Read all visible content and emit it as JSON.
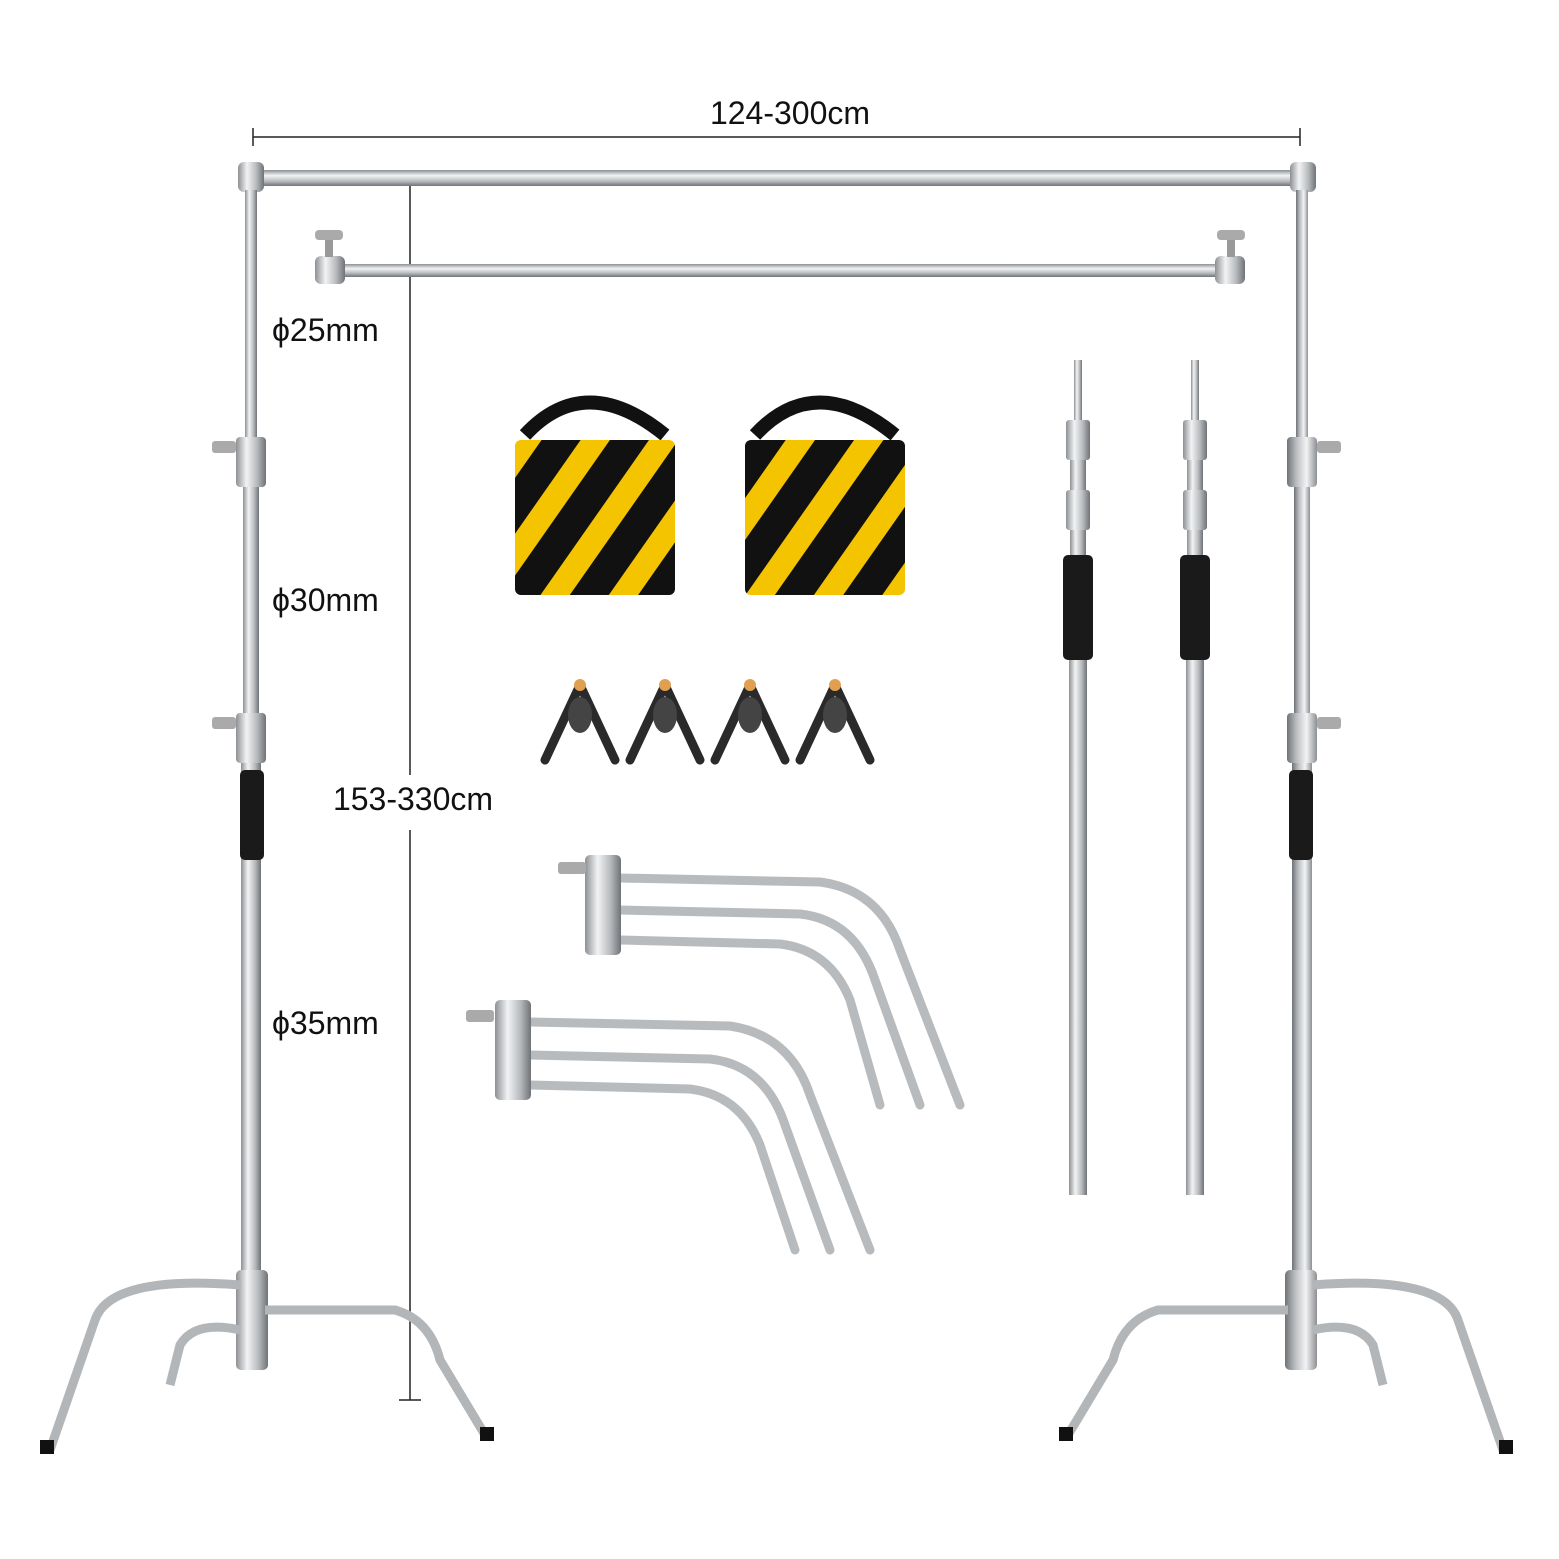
{
  "dimensions": {
    "width_label": "124-300cm",
    "height_label": "153-330cm",
    "diameter_top": "ϕ25mm",
    "diameter_middle": "ϕ30mm",
    "diameter_bottom": "ϕ35mm"
  },
  "colors": {
    "metal": "#c9ccce",
    "metal_dark": "#8a8d90",
    "grip": "#1a1a1a",
    "stripe_yellow": "#f5c400",
    "stripe_black": "#111111"
  }
}
